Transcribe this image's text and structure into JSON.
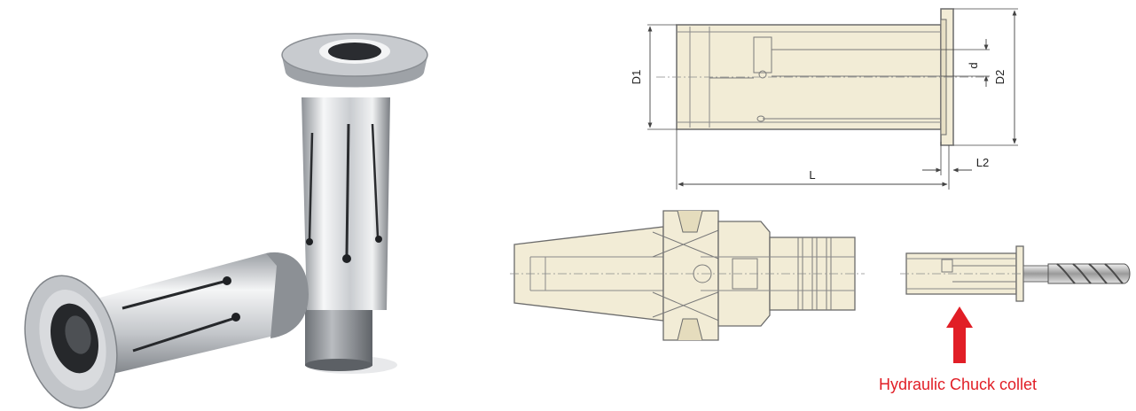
{
  "photo": {
    "subject": "hydraulic-chuck-collets"
  },
  "drawing": {
    "dims": {
      "d1": "D1",
      "d2": "D2",
      "d": "d",
      "l": "L",
      "l2": "L2"
    }
  },
  "assembly": {
    "callout": "Hydraulic Chuck collet"
  },
  "colors": {
    "part_fill": "#f2ecd6",
    "part_line": "#6b6b6b",
    "dim_line": "#444444",
    "callout": "#e11e26",
    "steel_light": "#e9ecef",
    "steel_dark": "#6f7378"
  }
}
